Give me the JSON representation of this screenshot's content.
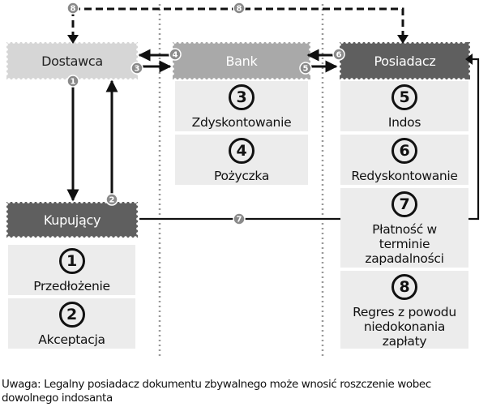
{
  "nodes": {
    "dostawca": "Dostawca",
    "bank": "Bank",
    "posiadacz": "Posiadacz",
    "kupujacy": "Kupujący"
  },
  "steps": {
    "s1": {
      "num": "1",
      "label": "Przedłożenie"
    },
    "s2": {
      "num": "2",
      "label": "Akceptacja"
    },
    "s3": {
      "num": "3",
      "label": "Zdyskontowanie"
    },
    "s4": {
      "num": "4",
      "label": "Pożyczka"
    },
    "s5": {
      "num": "5",
      "label": "Indos"
    },
    "s6": {
      "num": "6",
      "label": "Redyskontowanie"
    },
    "s7": {
      "num": "7",
      "label": "Płatność w terminie zapadalności"
    },
    "s8": {
      "num": "8",
      "label": "Regres z powodu niedokonania zapłaty"
    }
  },
  "markers": [
    "1",
    "2",
    "3",
    "4",
    "5",
    "6",
    "7",
    "8"
  ],
  "note": "Uwaga: Legalny posiadacz dokumentu zbywalnego może wnosić roszczenie wobec dowolnego indosanta",
  "colors": {
    "light_stamp": "#d6d6d6",
    "mid_stamp": "#a9a9a9",
    "dark_stamp": "#5f5f5f",
    "card": "#ececec",
    "marker": "#8a8a8a"
  }
}
